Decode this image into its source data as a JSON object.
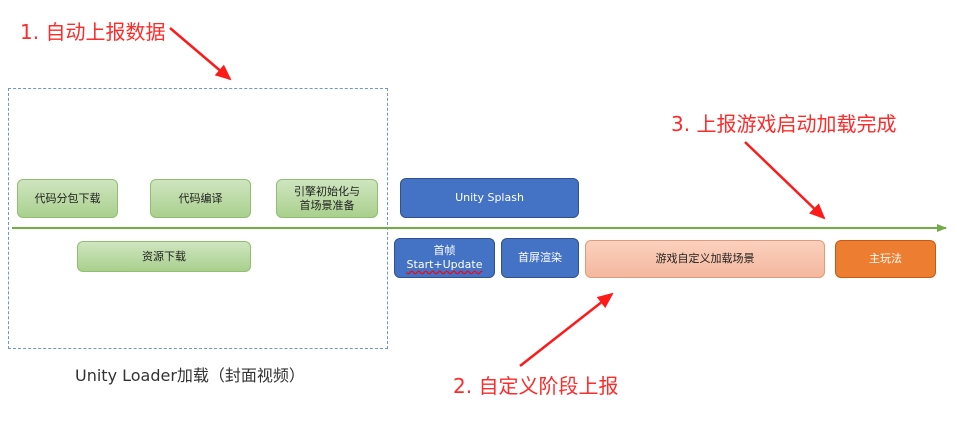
{
  "annotations": {
    "auto_report": "1. 自动上报数据",
    "custom_stage_report": "2. 自定义阶段上报",
    "report_complete": "3. 上报游戏启动加载完成"
  },
  "loader_caption": "Unity Loader加载（封面视频）",
  "stages": {
    "code_download": "代码分包下载",
    "code_compile": "代码编译",
    "engine_init_line1": "引擎初始化与",
    "engine_init_line2": "首场景准备",
    "resource_download": "资源下载",
    "unity_splash": "Unity Splash",
    "first_frame_line1": "首帧",
    "first_frame_line2": "Start+Update",
    "first_screen_render": "首屏渲染",
    "custom_scene_load": "游戏自定义加载场景",
    "main_gameplay": "主玩法"
  },
  "colors": {
    "annotation_red": "#ff2a2a",
    "timeline_green": "#70ad47",
    "green_fill": "#a9d08e",
    "blue_fill": "#4472c4",
    "salmon_fill": "#f4b89e",
    "orange_fill": "#ed7d31"
  }
}
